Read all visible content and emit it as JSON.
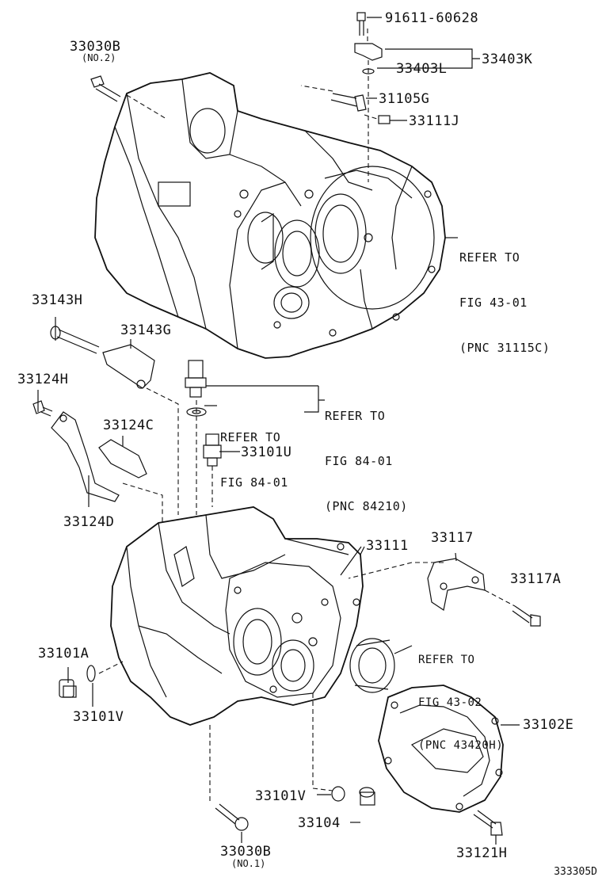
{
  "labels": {
    "p33030b_top": "33030B",
    "p33030b_top_note": "(NO.2)",
    "p91611": "91611-60628",
    "p33403l": "33403L",
    "p33403k": "33403K",
    "p31105g": "31105G",
    "p33111j": "33111J",
    "p33143h": "33143H",
    "p33143g": "33143G",
    "p33124h": "33124H",
    "p33124c": "33124C",
    "p33124d": "33124D",
    "p33101u": "33101U",
    "p33111": "33111",
    "p33117": "33117",
    "p33117a": "33117A",
    "p33101a": "33101A",
    "p33101v_left": "33101V",
    "p33102e": "33102E",
    "p33101v_bottom": "33101V",
    "p33104": "33104",
    "p33030b_bottom": "33030B",
    "p33030b_bottom_note": "(NO.1)",
    "p33121h": "33121H"
  },
  "refs": {
    "ref_43_01": {
      "line1": "REFER TO",
      "line2": "FIG 43-01",
      "line3": "(PNC 31115C)"
    },
    "ref_84_01_a": {
      "line1": "REFER TO",
      "line2": "FIG 84-01",
      "line3": "(PNC 84210)"
    },
    "ref_84_01_b": {
      "line1": "REFER TO",
      "line2": "FIG 84-01"
    },
    "ref_43_02": {
      "line1": "REFER TO",
      "line2": "FIG 43-02",
      "line3": "(PNC 43420H)"
    }
  },
  "diagram_code": "333305D",
  "colors": {
    "ink": "#111111",
    "background": "#ffffff"
  }
}
